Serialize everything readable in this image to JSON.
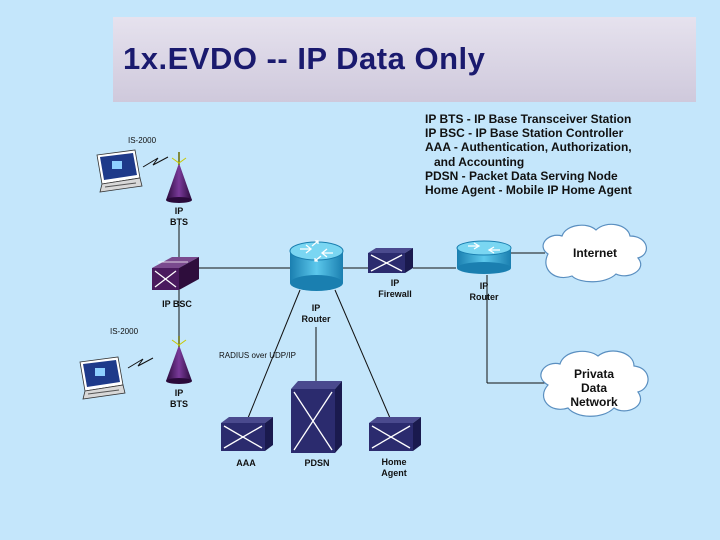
{
  "title": "1x.EVDO -- IP Data Only",
  "legend": [
    "IP BTS -  IP Base Transceiver Station",
    "IP BSC -  IP Base Station Controller",
    "AAA -  Authentication, Authorization,",
    "and Accounting",
    "PDSN -  Packet Data Serving Node",
    "Home Agent -  Mobile IP Home Agent"
  ],
  "labels": {
    "is2000_top": "IS-2000",
    "is2000_bottom": "IS-2000",
    "ip_bts_top": "IP\nBTS",
    "ip_bts_bottom": "IP\nBTS",
    "ip_bsc": "IP BSC",
    "ip_router_center": "IP\nRouter",
    "ip_firewall": "IP\nFirewall",
    "ip_router_right": "IP\nRouter",
    "radius": "RADIUS over UDP/IP",
    "aaa": "AAA",
    "pdsn": "PDSN",
    "home_agent": "Home\nAgent",
    "internet": "Internet",
    "private_network": "Privata\nData\nNetwork"
  },
  "colors": {
    "background": "#c4e6fb",
    "title_text": "#1a1a6e",
    "device_navy": "#2b2b6e",
    "router_blue": "#3ab0d8",
    "cloud_fill": "#ffffff",
    "bsc_purple": "#4a1a5e"
  },
  "icons": [
    "laptop-icon",
    "tower-icon",
    "bsc-switch-icon",
    "router-icon",
    "firewall-icon",
    "server-icon",
    "cloud-icon"
  ]
}
